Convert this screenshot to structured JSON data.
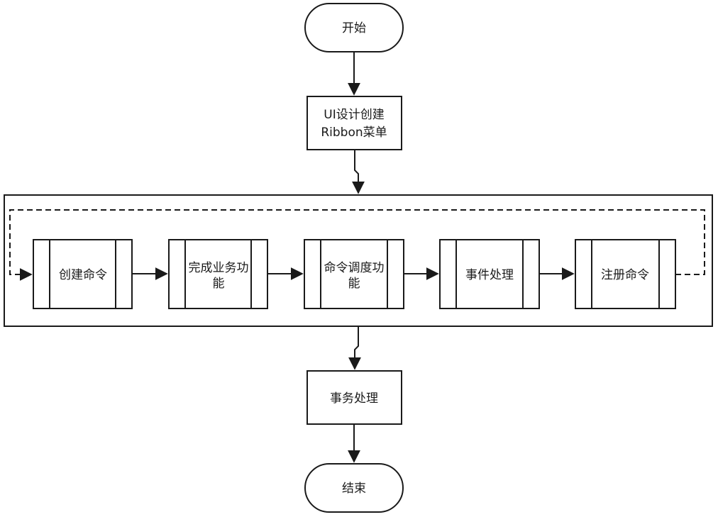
{
  "diagram": {
    "start": "开始",
    "ui_design": [
      "UI设计创建",
      "Ribbon菜单"
    ],
    "processes": [
      [
        "创建命令"
      ],
      [
        "完成业务功",
        "能"
      ],
      [
        "命令调度功",
        "能"
      ],
      [
        "事件处理"
      ],
      [
        "注册命令"
      ]
    ],
    "transaction": "事务处理",
    "end": "结束"
  }
}
